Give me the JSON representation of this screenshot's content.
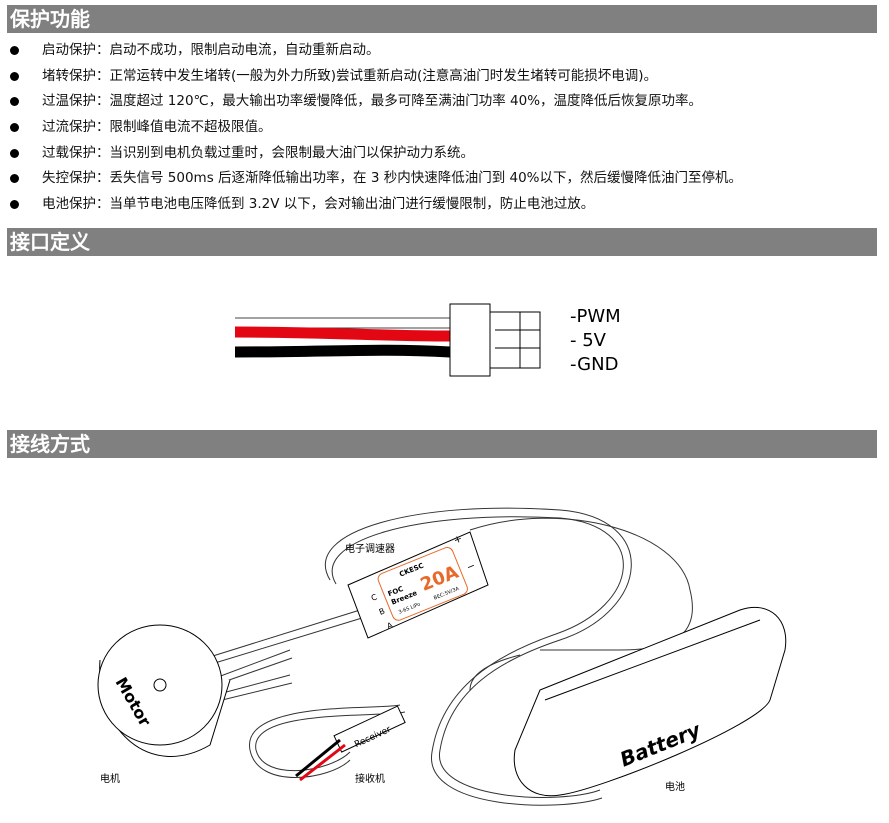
{
  "sections": {
    "protection": "保护功能",
    "interface": "接口定义",
    "wiring": "接线方式"
  },
  "protection_items": [
    "启动保护：启动不成功，限制启动电流，自动重新启动。",
    "堵转保护：正常运转中发生堵转(一般为外力所致)尝试重新启动(注意高油门时发生堵转可能损坏电调)。",
    "过温保护：温度超过 120℃，最大输出功率缓慢降低，最多可降至满油门功率 40%，温度降低后恢复原功率。",
    "过流保护：限制峰值电流不超极限值。",
    "过载保护：当识别到电机负载过重时，会限制最大油门以保护动力系统。",
    "失控保护：丢失信号 500ms 后逐渐降低输出功率，在 3 秒内快速降低油门到 40%以下，然后缓慢降低油门至停机。",
    "电池保护：当单节电池电压降低到 3.2V 以下，会对输出油门进行缓慢限制，防止电池过放。"
  ],
  "connector": {
    "pwm": "-PWM",
    "v5": "- 5V",
    "gnd": "-GND",
    "colors": {
      "signal": "#ffffff",
      "power": "#e30613",
      "ground": "#000000"
    }
  },
  "wiring": {
    "esc_label": "电子调速器",
    "motor_label": "电机",
    "receiver_label": "接收机",
    "battery_label": "电池",
    "motor_text": "Motor",
    "battery_text": "Battery",
    "receiver_text": "Receiver",
    "esc": {
      "brand": "CKESC",
      "foc": "FOC",
      "breeze": "Breeze",
      "rating": "20A",
      "cells": "3-6S LiPo",
      "bec": "BEC:5V/3A",
      "pad_c": "C",
      "pad_b": "B",
      "pad_a": "A",
      "plus": "+",
      "minus": "−"
    }
  }
}
